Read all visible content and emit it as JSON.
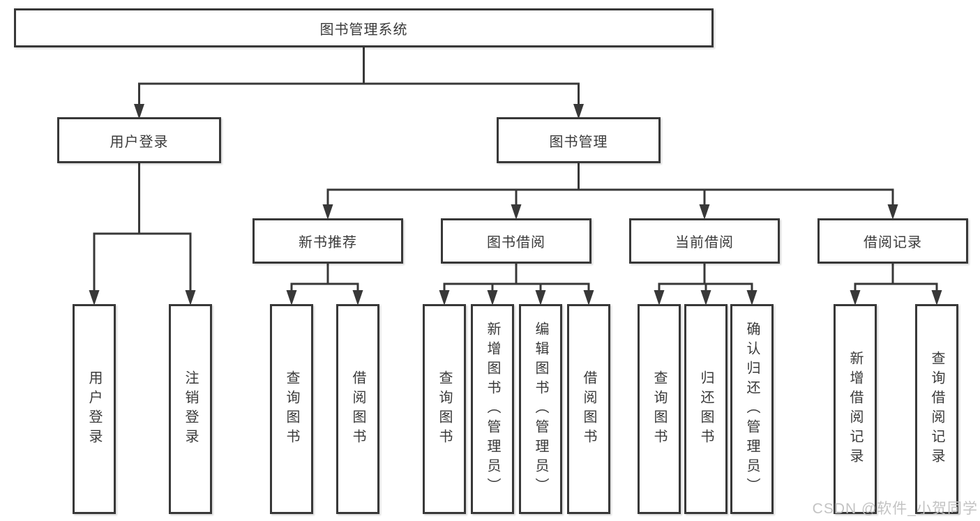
{
  "diagram": {
    "root": {
      "label": "图书管理系统"
    },
    "branches": [
      {
        "label": "用户登录",
        "children": [
          {
            "label": "用户登录"
          },
          {
            "label": "注销登录"
          }
        ]
      },
      {
        "label": "图书管理",
        "children": [
          {
            "label": "新书推荐",
            "children": [
              {
                "label": "查询图书"
              },
              {
                "label": "借阅图书"
              }
            ]
          },
          {
            "label": "图书借阅",
            "children": [
              {
                "label": "查询图书"
              },
              {
                "label": "新增图书（管理员）"
              },
              {
                "label": "编辑图书（管理员）"
              },
              {
                "label": "借阅图书"
              }
            ]
          },
          {
            "label": "当前借阅",
            "children": [
              {
                "label": "查询图书"
              },
              {
                "label": "归还图书"
              },
              {
                "label": "确认归还（管理员）"
              }
            ]
          },
          {
            "label": "借阅记录",
            "children": [
              {
                "label": "新增借阅记录"
              },
              {
                "label": "查询借阅记录"
              }
            ]
          }
        ]
      }
    ],
    "watermark": "CSDN @软件_小贺同学",
    "colors": {
      "line": "#383838",
      "text": "#3a3a3a",
      "box_fill": "#ffffff",
      "background": "#ffffff",
      "watermark": "#c3c3c3"
    }
  }
}
